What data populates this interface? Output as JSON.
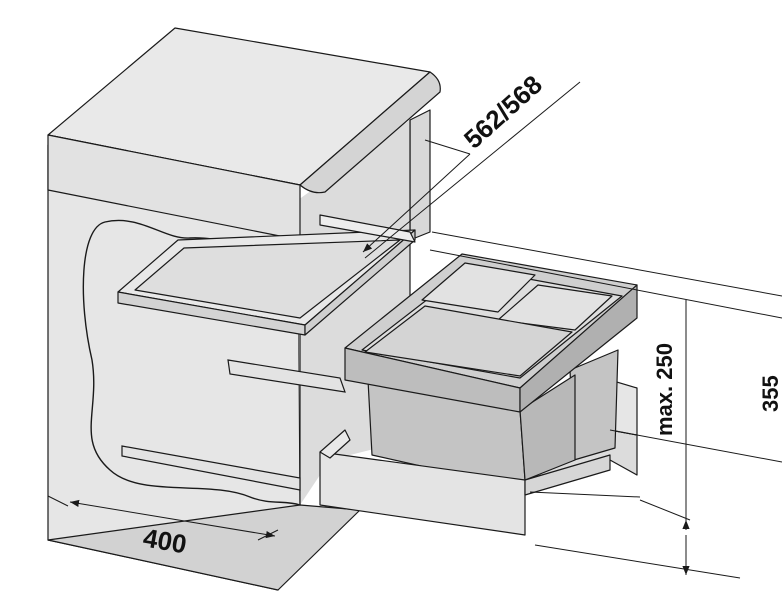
{
  "dimensions": {
    "width": "400",
    "depth": "562/568",
    "bin_height": "max. 250",
    "cabinet_height": "355"
  },
  "colors": {
    "line": "#1a1a1a",
    "cabinet": "#e6e6e6",
    "cabinet_dark": "#d2d2d2",
    "bin": "#c4c4c4",
    "bin_rim": "#b7b7b7",
    "drawer": "#e4e4e4"
  }
}
